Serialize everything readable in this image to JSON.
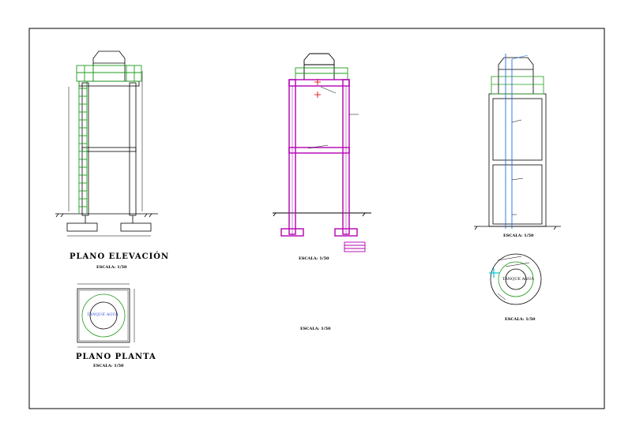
{
  "titles": {
    "plano_elevacion": "PLANO ELEVACIÓN",
    "escala_elevacion": "ESCALA: 1/50",
    "plano_planta": "PLANO PLANTA",
    "escala_planta": "ESCALA: 1/50",
    "escala_estructura": "ESCALA: 1/50",
    "escala_center": "ESCALA: 1/50",
    "escala_instalacion": "ESCALA: 1/50",
    "escala_detalle": "ESCALA: 1/50",
    "tanque_label_plan": "TANQUE AGUA",
    "tanque_label_detail": "TANQUE AGUA"
  },
  "colors": {
    "frame": "#000000",
    "ladder": "#1c9c1c",
    "structure": "#b400b4",
    "pipe": "#1e6fe0",
    "accent_cyan": "#00c8d8",
    "accent_red": "#e01010",
    "plan_label": "#3050d0"
  }
}
